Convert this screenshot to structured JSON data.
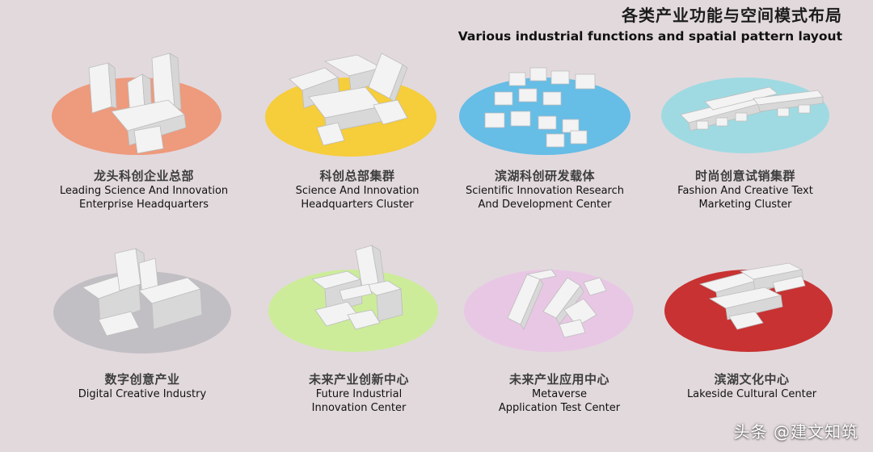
{
  "header": {
    "title_cn": "各类产业功能与空间模式布局",
    "title_en": "Various industrial functions and spatial pattern layout"
  },
  "clusters": [
    {
      "name_cn": "龙头科创企业总部",
      "name_en_1": "Leading Science And Innovation",
      "name_en_2": "Enterprise Headquarters",
      "color": "#ee9a7c"
    },
    {
      "name_cn": "科创总部集群",
      "name_en_1": "Science And Innovation",
      "name_en_2": "Headquarters Cluster",
      "color": "#f6cd3a"
    },
    {
      "name_cn": "滨湖科创研发载体",
      "name_en_1": "Scientific Innovation Research",
      "name_en_2": "And Development Center",
      "color": "#66bde6"
    },
    {
      "name_cn": "时尚创意试销集群",
      "name_en_1": "Fashion And Creative Text",
      "name_en_2": "Marketing Cluster",
      "color": "#9fdae2"
    },
    {
      "name_cn": "数字创意产业",
      "name_en_1": "Digital Creative Industry",
      "name_en_2": "",
      "color": "#c2bfc4"
    },
    {
      "name_cn": "未来产业创新中心",
      "name_en_1": "Future Industrial",
      "name_en_2": "Innovation Center",
      "color": "#ccec9a"
    },
    {
      "name_cn": "未来产业应用中心",
      "name_en_1": "Metaverse",
      "name_en_2": "Application Test Center",
      "color": "#e8c7e4"
    },
    {
      "name_cn": "滨湖文化中心",
      "name_en_1": "Lakeside Cultural Center",
      "name_en_2": "",
      "color": "#c83232"
    }
  ],
  "watermark": "头条 @建文知筑"
}
